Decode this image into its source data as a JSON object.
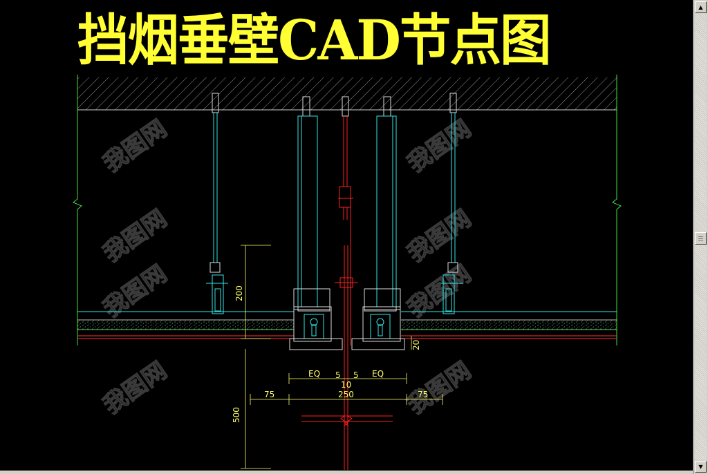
{
  "title": "挡烟垂壁CAD节点图",
  "watermark": "我图网",
  "dimensions": {
    "height_upper": "200",
    "height_lower": "500",
    "gap_small": "20",
    "eq_left": "EQ",
    "eq_right": "EQ",
    "half_gap_left": "5",
    "half_gap_right": "5",
    "gap_total": "10",
    "overall_width": "250",
    "side_left": "75",
    "side_right": "75"
  },
  "colors": {
    "background": "#000000",
    "title": "#ffff33",
    "structure_cyan": "#33e6e6",
    "glass_red": "#ff2020",
    "dimension_yellow": "#ffff66",
    "hatch_white": "#d0d0d0",
    "slab_green": "#66cc66",
    "break_line_green": "#44dd44"
  },
  "scrollbar": {
    "up_icon": "▲",
    "down_icon": "▼"
  }
}
